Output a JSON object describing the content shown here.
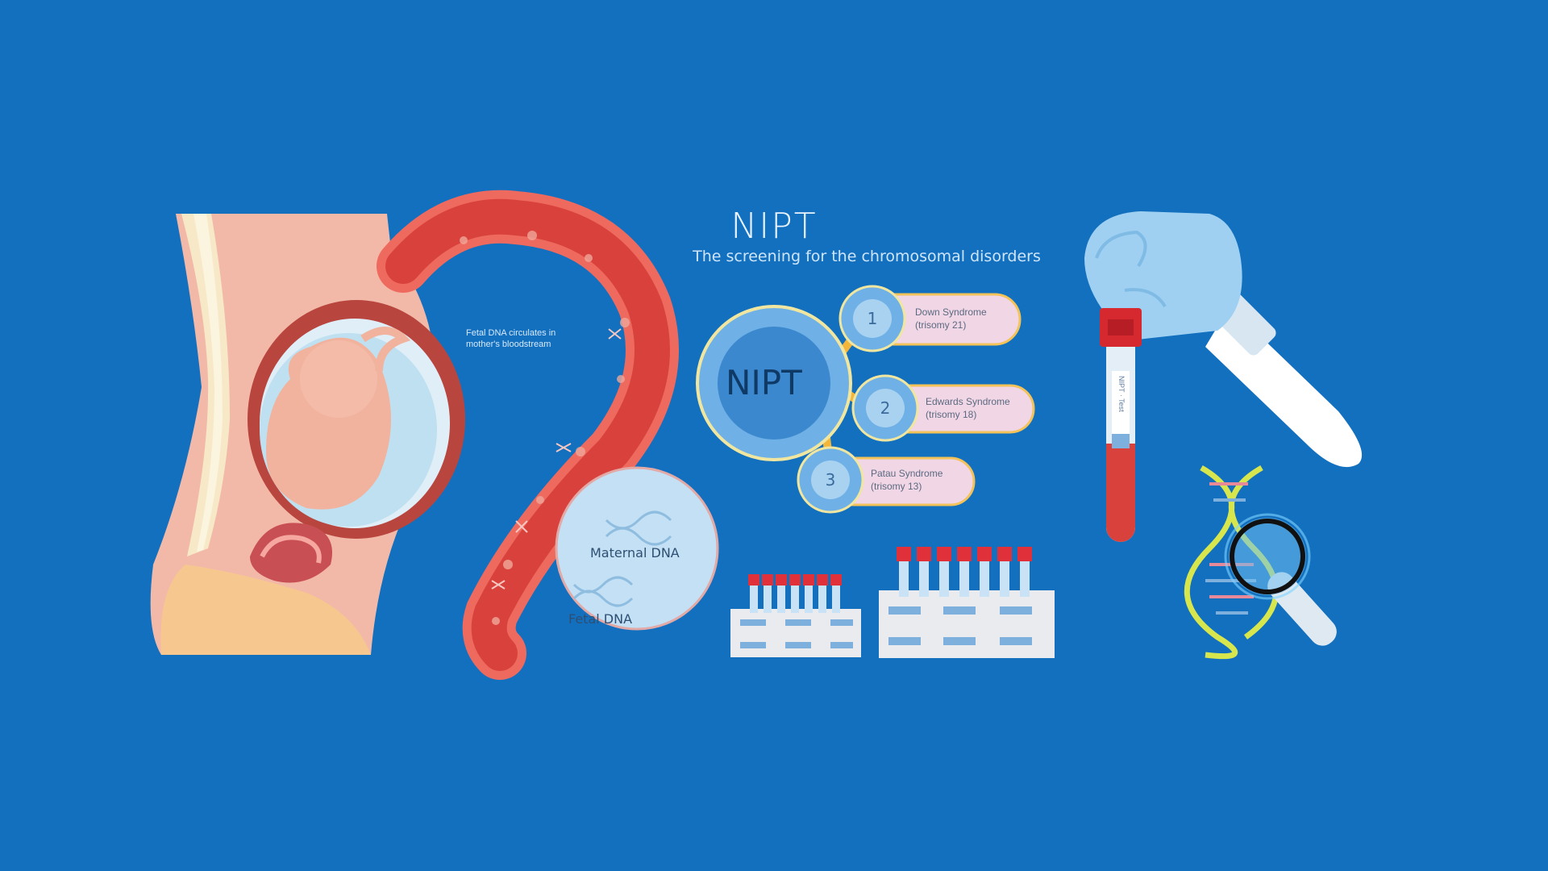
{
  "title": "NIPT",
  "subtitle": "The screening for the chromosomal disorders",
  "hub_label": "NIPT",
  "circulation_note": "Fetal DNA circulates in mother's bloodstream",
  "dna_labels": {
    "maternal": "Maternal DNA",
    "fetal": "Fetal DNA"
  },
  "conditions": [
    {
      "number": "1",
      "name": "Down Syndrome",
      "detail": "(trisomy 21)"
    },
    {
      "number": "2",
      "name": "Edwards Syndrome",
      "detail": "(trisomy 18)"
    },
    {
      "number": "3",
      "name": "Patau Syndrome",
      "detail": "(trisomy 13)"
    }
  ],
  "tube_label": "NIPT · Test",
  "colors": {
    "background": "#1270bf",
    "blood": "#d9423c",
    "vessel": "#ef6a5e",
    "skin": "#f3b9a8",
    "pill": "#f1d6e6",
    "hub": "#6fb1e6",
    "connector": "#f3b53a",
    "glove": "#9fd0f1",
    "dna_yellow": "#d8e64e"
  },
  "icons": [
    "pregnancy-crosssection-icon",
    "blood-vessel-icon",
    "dna-icon",
    "test-tube-rack-icon",
    "gloved-hand-icon",
    "blood-tube-icon",
    "magnifier-icon"
  ]
}
